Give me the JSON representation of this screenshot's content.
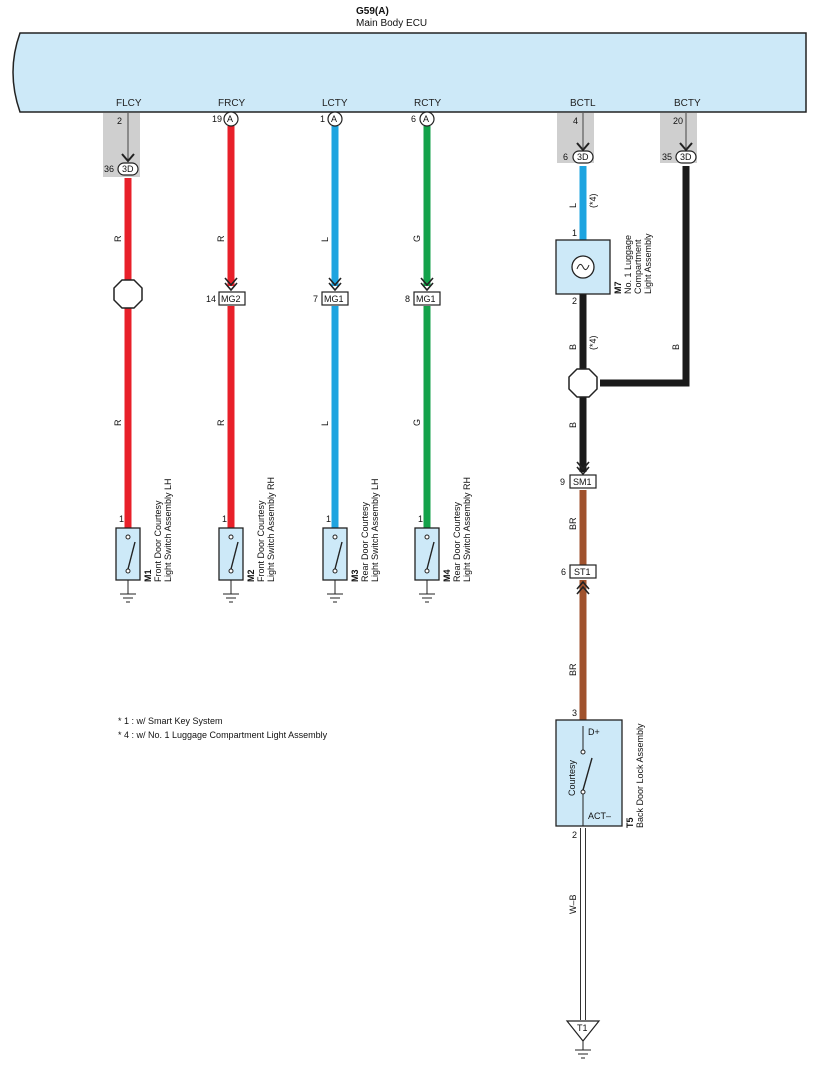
{
  "ecu": {
    "code": "G59(A)",
    "name": "Main Body ECU"
  },
  "terminals": {
    "flcy": "FLCY",
    "frcy": "FRCY",
    "lcty": "LCTY",
    "rcty": "RCTY",
    "bctl": "BCTL",
    "bcty": "BCTY"
  },
  "pins": {
    "flcy_top": "2",
    "flcy_3d": "36",
    "frcy_top": "19",
    "lcty_top": "1",
    "rcty_top": "6",
    "bctl_top": "4",
    "bctl_3d": "6",
    "bcty_top": "20",
    "bcty_3d": "35",
    "m2_mg2": "14",
    "m3_mg1": "7",
    "m4_mg1": "8",
    "m1_1": "1",
    "m2_1": "1",
    "m3_1": "1",
    "m4_1": "1",
    "m7_1": "1",
    "m7_2": "2",
    "sm1": "9",
    "st1": "6",
    "t5_3": "3",
    "t5_2": "2"
  },
  "connectors": {
    "c3d": "3D",
    "ca": "A",
    "mg2": "MG2",
    "mg1": "MG1",
    "sm1": "SM1",
    "st1": "ST1",
    "t1": "T1"
  },
  "wire_colors": {
    "r": "R",
    "l": "L",
    "g": "G",
    "b": "B",
    "br": "BR",
    "wb": "W–B",
    "note4": "(*4)"
  },
  "components": {
    "m1": {
      "id": "M1",
      "line1": "Front Door Courtesy",
      "line2": "Light Switch Assembly LH"
    },
    "m2": {
      "id": "M2",
      "line1": "Front Door Courtesy",
      "line2": "Light Switch Assembly RH"
    },
    "m3": {
      "id": "M3",
      "line1": "Rear Door Courtesy",
      "line2": "Light Switch Assembly LH"
    },
    "m4": {
      "id": "M4",
      "line1": "Rear Door Courtesy",
      "line2": "Light Switch Assembly RH"
    },
    "m7": {
      "id": "M7",
      "line1": "No. 1 Luggage",
      "line2": "Compartment",
      "line3": "Light Assembly"
    },
    "t5": {
      "id": "T5",
      "line1": "Back Door Lock Assembly",
      "courtesy": "Courtesy",
      "dplus": "D+",
      "act": "ACT–"
    }
  },
  "notes": {
    "n1": "* 1 : w/ Smart Key System",
    "n4": "* 4 : w/ No.  1 Luggage Compartment Light Assembly"
  },
  "colors": {
    "red": "#e8202a",
    "blue": "#1ea4e0",
    "green": "#13a24a",
    "black": "#1a1a1a",
    "brown": "#a0522d",
    "ecu_fill": "#cde9f8",
    "comp_fill": "#cde9f8",
    "grey": "#cfcfcf"
  }
}
